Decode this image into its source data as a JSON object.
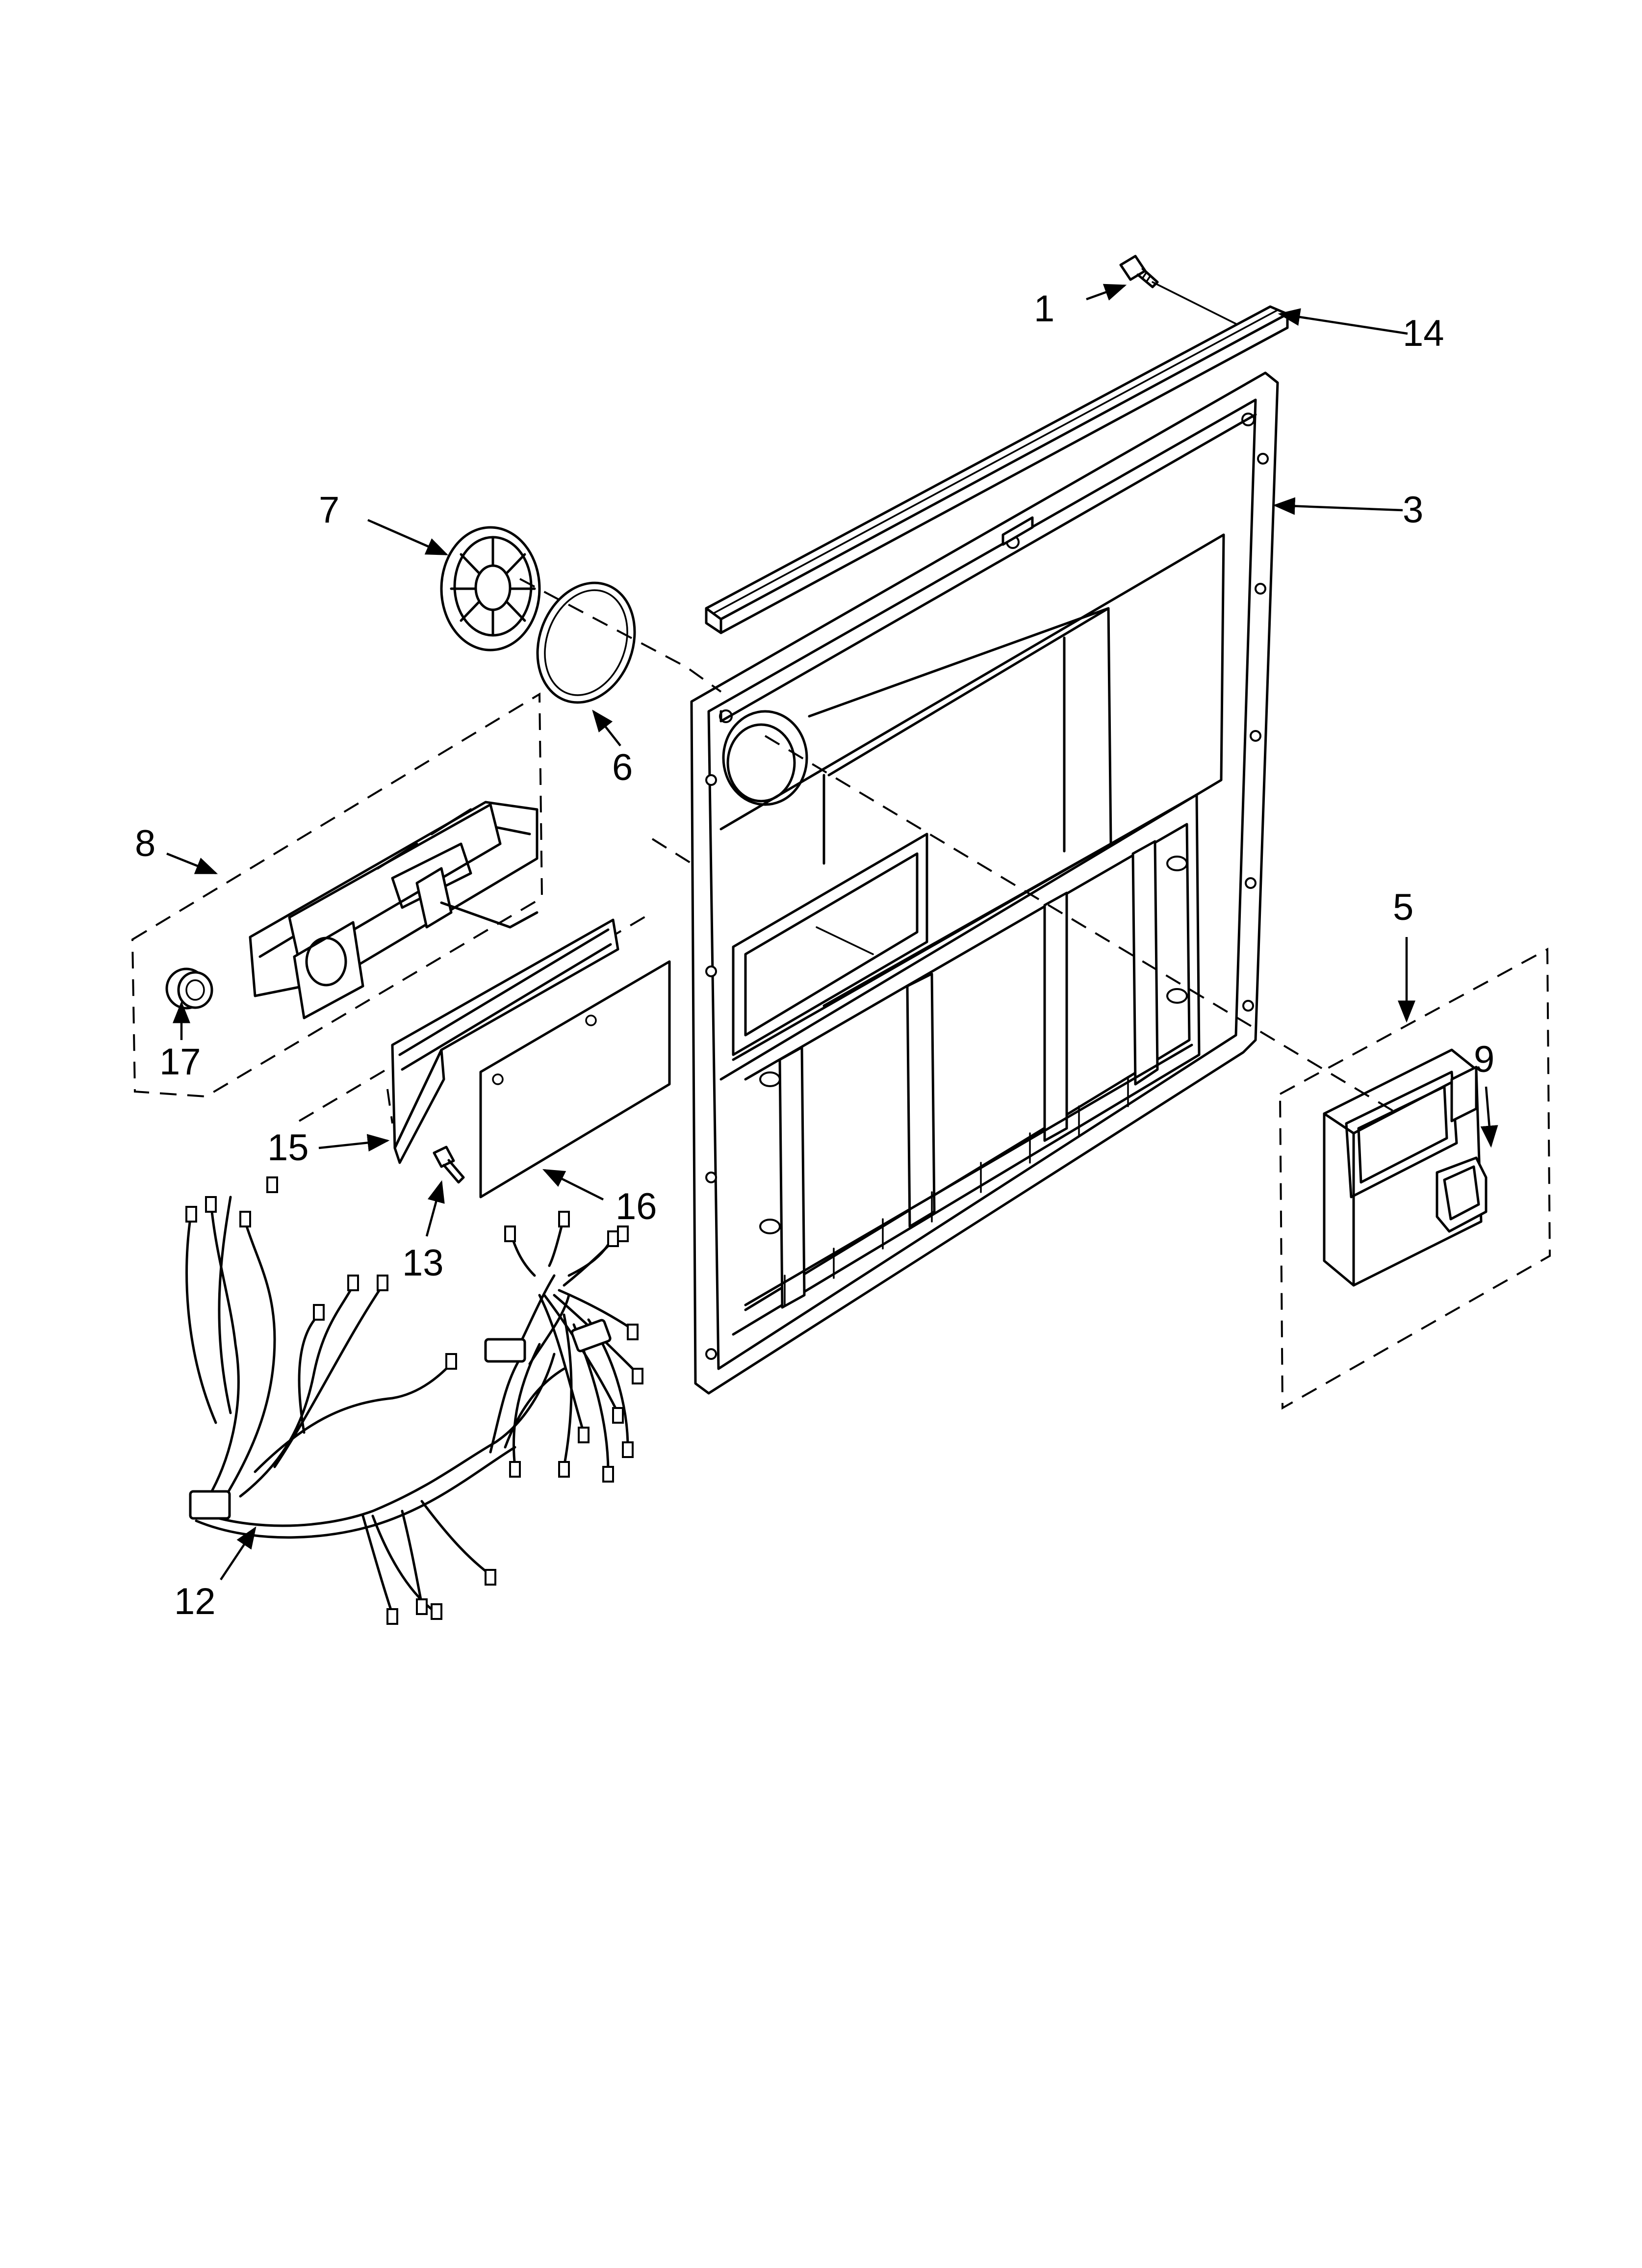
{
  "callouts": {
    "c1": "1",
    "c3": "3",
    "c5": "5",
    "c6": "6",
    "c7": "7",
    "c8": "8",
    "c9": "9",
    "c12": "12",
    "c13": "13",
    "c14": "14",
    "c15": "15",
    "c16": "16",
    "c17": "17"
  }
}
